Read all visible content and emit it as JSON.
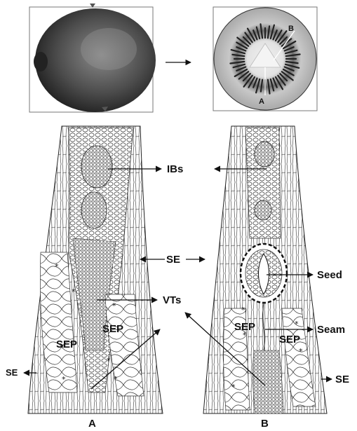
{
  "photos": {
    "whole_fruit": {
      "caption": ""
    },
    "cut_fruit": {
      "label_a": "A",
      "label_b": "B"
    }
  },
  "labels": {
    "ibs": "IBs",
    "se_mid": "SE",
    "vts": "VTs",
    "sep_a_upper": "SEP",
    "sep_a_lower": "SEP",
    "se_left": "SE",
    "seed": "Seed",
    "sep_b_left": "SEP",
    "sep_b_right": "SEP",
    "seam": "Seam",
    "se_right": "SE",
    "panel_a": "A",
    "panel_b": "B"
  },
  "colors": {
    "ink": "#111111",
    "cell_wall": "#333333",
    "dense_tissue": "#555555",
    "fruit_skin": "#4a4a4a",
    "flesh": "#bdbdbd",
    "core": "#e9e9e9"
  }
}
